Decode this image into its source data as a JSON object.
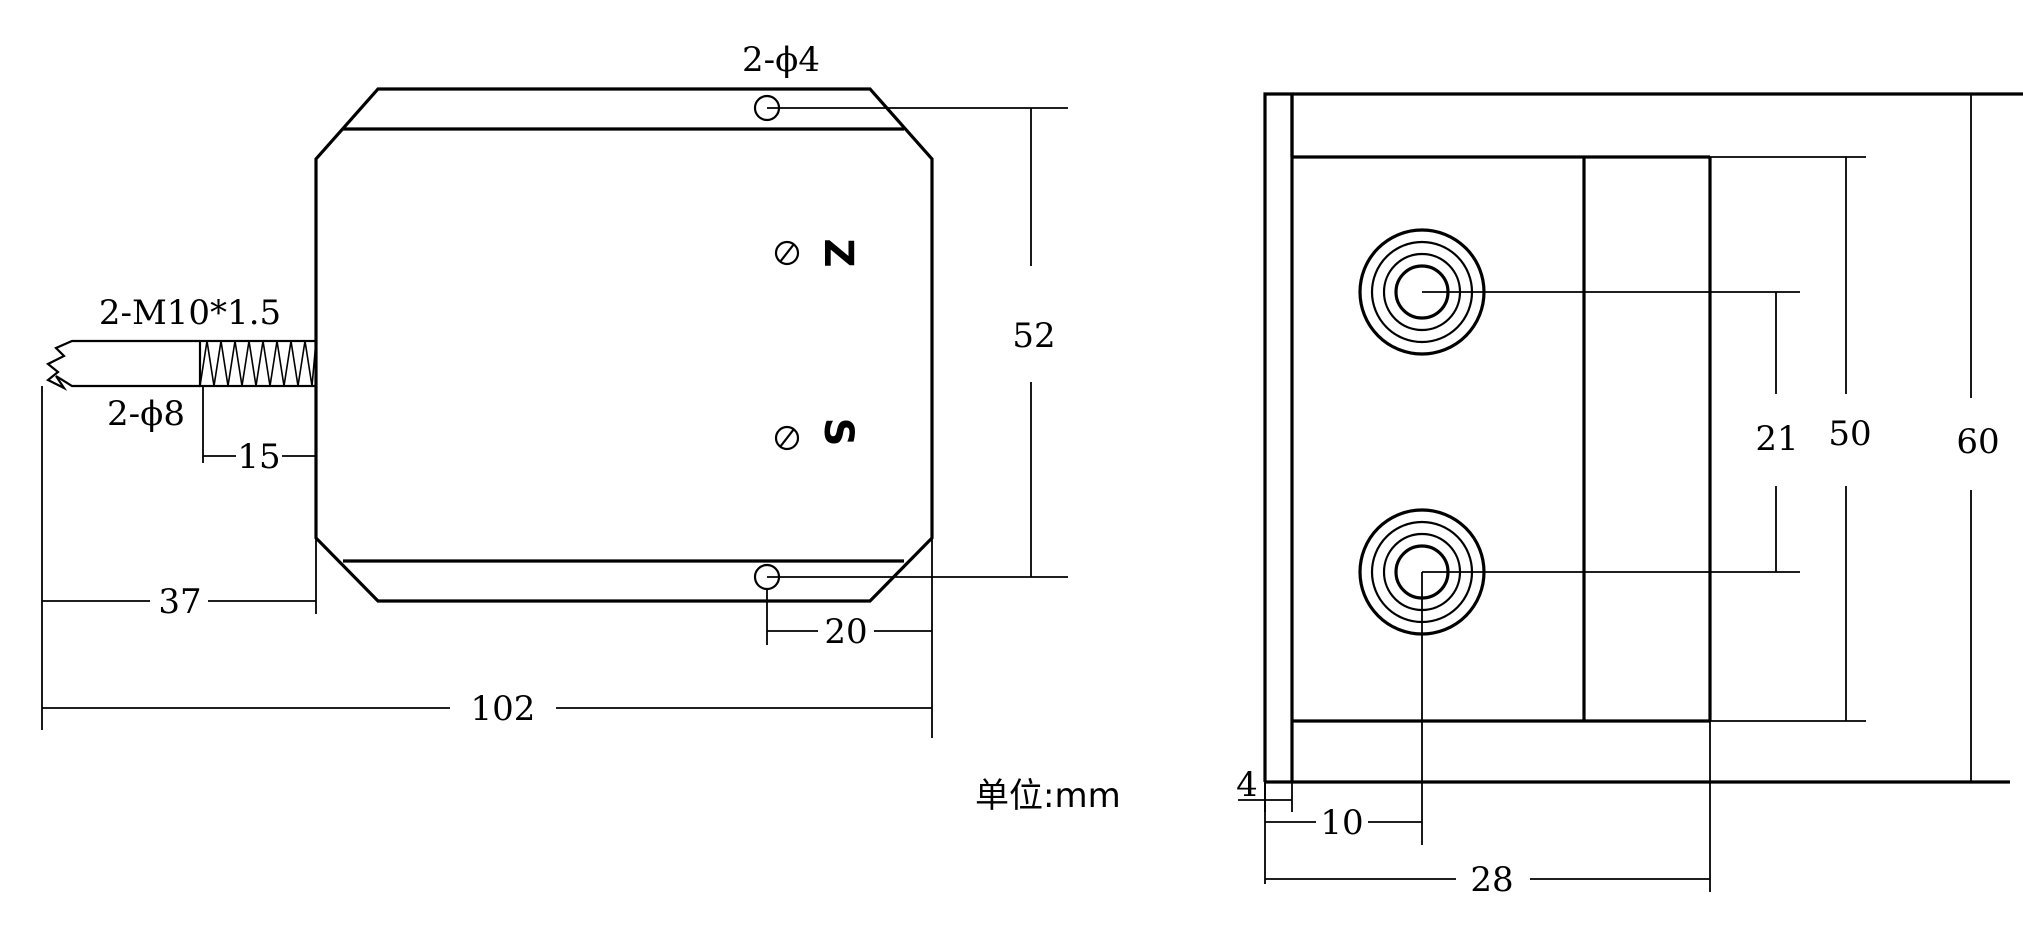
{
  "unit_label": "单位:mm",
  "front_view": {
    "labels": {
      "hole_spec": "2-ϕ4",
      "thread_spec": "2-M10*1.5",
      "port_spec": "2-ϕ8",
      "thread_length": "15",
      "port_length": "37",
      "overall_length": "102",
      "hole_spacing": "52",
      "hole_offset": "20",
      "adjust_zero": "Z",
      "adjust_span": "S"
    }
  },
  "side_view": {
    "labels": {
      "flange_thickness": "4",
      "port_offset": "10",
      "depth": "28",
      "port_spacing": "21",
      "body_height": "50",
      "overall_height": "60"
    }
  }
}
